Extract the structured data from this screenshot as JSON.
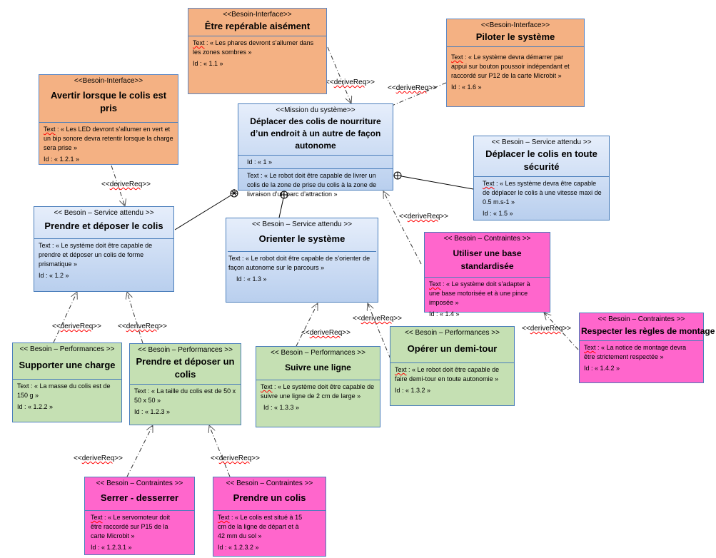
{
  "boxes": [
    {
      "key": "b111",
      "color": "orange",
      "stereotype": "<<Besoin-Interface>>",
      "title": "Être repérable aisément",
      "text_label": "Text",
      "text": " : « Les phares devront s’allumer dans les zones sombres »",
      "id": "Id : « 1.1 »"
    },
    {
      "key": "b16",
      "color": "orange",
      "stereotype": "<<Besoin-Interface>>",
      "title": "Piloter le système",
      "text_label": "Text",
      "text": " : « Le système devra démarrer par appui sur bouton poussoir indépendant et raccordé sur P12 de la carte Microbit »",
      "id": "Id : « 1.6 »"
    },
    {
      "key": "b121",
      "color": "orange",
      "stereotype": "<<Besoin-Interface>>",
      "title": "Avertir lorsque le colis est pris",
      "text_label": "Text",
      "text": " : « Les LED  devront s’allumer en vert et un bip sonore devra retentir lorsque la charge sera prise »",
      "id": "Id : « 1.2.1 »"
    },
    {
      "key": "b1",
      "color": "blue",
      "stereotype": "<<Mission du système>>",
      "title": "Déplacer des colis de nourriture d’un endroit à un autre de façon autonome",
      "text_label": "",
      "text": "",
      "id": "Id : « 1 »",
      "text2": "Text : « Le robot doit être capable de livrer un colis de la zone de prise du colis à la zone de livraison d’un parc d’attraction »"
    },
    {
      "key": "b15",
      "color": "blue",
      "stereotype": "<< Besoin – Service attendu >>",
      "title": "Déplacer le colis en toute sécurité",
      "text_label": "Text",
      "text": " : « Les système devra être capable de déplacer le colis à une vitesse maxi de 0.5 m.s-1 »",
      "id": "Id : « 1.5 »"
    },
    {
      "key": "b12",
      "color": "blue",
      "stereotype": "<< Besoin – Service attendu >>",
      "title": "Prendre et déposer le colis",
      "text_label": "",
      "text": "Text : « Le système doit être capable de prendre et déposer un colis de forme prismatique »",
      "id": "Id : « 1.2 »"
    },
    {
      "key": "b13",
      "color": "blue",
      "stereotype": "<< Besoin – Service attendu >>",
      "title": "Orienter le système",
      "text_label": "",
      "text": "Text : « Le robot doit être capable de s’orienter de façon autonome sur le parcours »",
      "id": "Id : « 1.3 »"
    },
    {
      "key": "b14",
      "color": "pink",
      "stereotype": "<< Besoin – Contraintes >>",
      "title": "Utiliser une base standardisée",
      "text_label": "Text",
      "text": " : « Le système doit s’adapter à une base motorisée et à une pince imposée »",
      "id": "Id : « 1.4 »"
    },
    {
      "key": "b142",
      "color": "pink",
      "stereotype": "<< Besoin – Contraintes >>",
      "title": "Respecter les règles de montage",
      "text_label": "Text",
      "text": " : « La notice de montage devra être strictement respectée »",
      "id": "Id : « 1.4.2 »"
    },
    {
      "key": "b122",
      "color": "green",
      "stereotype": "<< Besoin – Performances >>",
      "title": "Supporter une charge",
      "text_label": "",
      "text": "Text : « La masse du colis est de 150 g »",
      "id": "Id : « 1.2.2 »"
    },
    {
      "key": "b123",
      "color": "green",
      "stereotype": "<< Besoin – Performances >>",
      "title": "Prendre et déposer un colis",
      "text_label": "",
      "text": "Text : « La taille du colis est de 50 x 50 x 50 »",
      "id": "Id : « 1.2.3 »"
    },
    {
      "key": "b133",
      "color": "green",
      "stereotype": "<< Besoin – Performances >>",
      "title": "Suivre une ligne",
      "text_label": "Text",
      "text": " : « Le système doit être capable de suivre une ligne de 2 cm de large »",
      "id": "Id : « 1.3.3 »"
    },
    {
      "key": "b132",
      "color": "green",
      "stereotype": "<< Besoin – Performances >>",
      "title": "Opérer un demi-tour",
      "text_label": "Text",
      "text": " : « Le robot doit être capable de faire demi-tour en toute autonomie »",
      "id": "Id : « 1.3.2 »"
    },
    {
      "key": "b1231",
      "color": "pink",
      "stereotype": "<< Besoin – Contraintes >>",
      "title": "Serrer - desserrer",
      "text_label": "Text",
      "text": " : « Le servomoteur doit être raccordé sur P15 de la carte Microbit »",
      "id": "Id : « 1.2.3.1 »"
    },
    {
      "key": "b1232",
      "color": "pink",
      "stereotype": "<< Besoin – Contraintes >>",
      "title": "Prendre un colis",
      "text_label": "Text",
      "text": " : « Le colis est situé à 15 cm de la ligne de départ et à 42 mm du sol »",
      "id": "Id : « 1.2.3.2 »"
    }
  ],
  "link_label": "deriveReq"
}
